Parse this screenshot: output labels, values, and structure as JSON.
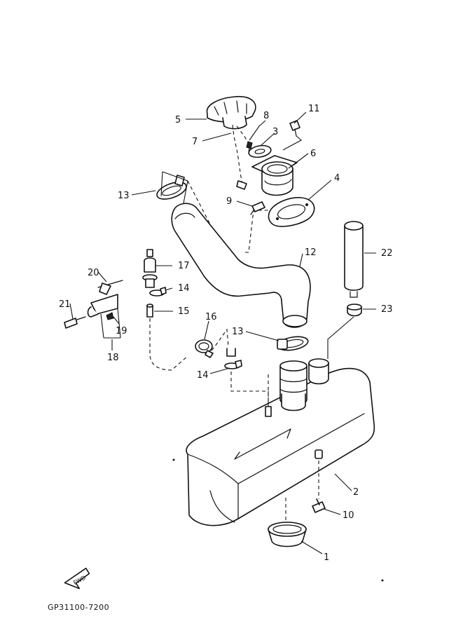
{
  "diagram_code": "GP31100-7200",
  "fwd_arrow_text": "FWD",
  "callouts": [
    {
      "id": "p1",
      "text": "1"
    },
    {
      "id": "p2",
      "text": "2"
    },
    {
      "id": "p3",
      "text": "3"
    },
    {
      "id": "p4",
      "text": "4"
    },
    {
      "id": "p5",
      "text": "5"
    },
    {
      "id": "p6",
      "text": "6"
    },
    {
      "id": "p7",
      "text": "7"
    },
    {
      "id": "p8",
      "text": "8"
    },
    {
      "id": "p9",
      "text": "9"
    },
    {
      "id": "p10",
      "text": "10"
    },
    {
      "id": "p11",
      "text": "11"
    },
    {
      "id": "p12",
      "text": "12"
    },
    {
      "id": "p13a",
      "text": "13"
    },
    {
      "id": "p13b",
      "text": "13"
    },
    {
      "id": "p14a",
      "text": "14"
    },
    {
      "id": "p14b",
      "text": "14"
    },
    {
      "id": "p15",
      "text": "15"
    },
    {
      "id": "p16",
      "text": "16"
    },
    {
      "id": "p17",
      "text": "17"
    },
    {
      "id": "p18",
      "text": "18"
    },
    {
      "id": "p19",
      "text": "19"
    },
    {
      "id": "p20",
      "text": "20"
    },
    {
      "id": "p21",
      "text": "21"
    },
    {
      "id": "p22",
      "text": "22"
    },
    {
      "id": "p23",
      "text": "23"
    }
  ]
}
